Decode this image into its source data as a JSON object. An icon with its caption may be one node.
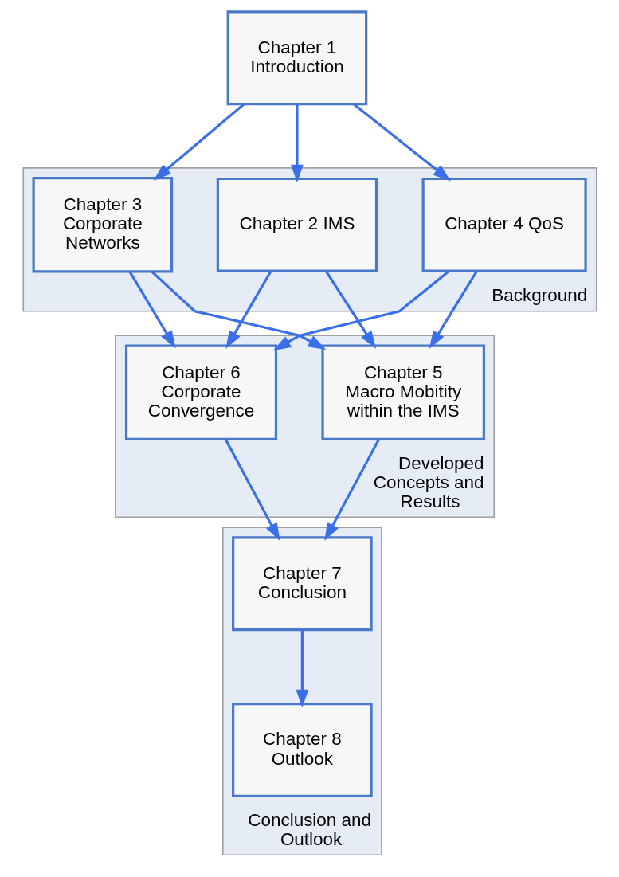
{
  "diagram": {
    "nodes": [
      {
        "text": [
          "Chapter 1 Introduction"
        ]
      },
      {
        "text": [
          "Background"
        ]
      },
      {
        "text": [
          "Chapter 2 IMS"
        ],
        "in": 1
      },
      {
        "text": [
          "Chapter 3 Corporate Networks"
        ],
        "in": 1
      },
      {
        "text": [
          "Chapter 4 QoS"
        ],
        "in": 1
      },
      {
        "text": [
          "Developed Concepts and Results"
        ]
      },
      {
        "text": [
          "Chapter 5 Macro Mobitity within the IMS"
        ],
        "in": 5
      },
      {
        "text": [
          "Chapter 6 Corporate Convergence"
        ],
        "in": 5
      },
      {
        "text": [
          "Conclusion and Outlook"
        ]
      },
      {
        "text": [
          "Chapter 7 Conclusion"
        ],
        "in": 8
      },
      {
        "text": [
          "Chapter 8 Outlook"
        ],
        "in": 8
      }
    ],
    "edges": [
      {
        "from": 0,
        "to": 2,
        "arrow": "to"
      },
      {
        "from": 0,
        "to": 3,
        "arrow": "to"
      },
      {
        "from": 0,
        "to": 4,
        "arrow": "to"
      },
      {
        "from": 2,
        "to": 6,
        "arrow": "to"
      },
      {
        "from": 2,
        "to": 7,
        "arrow": "to"
      },
      {
        "from": 3,
        "to": 6,
        "arrow": "to"
      },
      {
        "from": 3,
        "to": 7,
        "arrow": "to"
      },
      {
        "from": 4,
        "to": 6,
        "arrow": "to"
      },
      {
        "from": 4,
        "to": 7,
        "arrow": "to"
      },
      {
        "from": 6,
        "to": 9,
        "arrow": "to"
      },
      {
        "from": 7,
        "to": 9,
        "arrow": "to"
      },
      {
        "from": 9,
        "to": 10,
        "arrow": "to"
      }
    ]
  }
}
